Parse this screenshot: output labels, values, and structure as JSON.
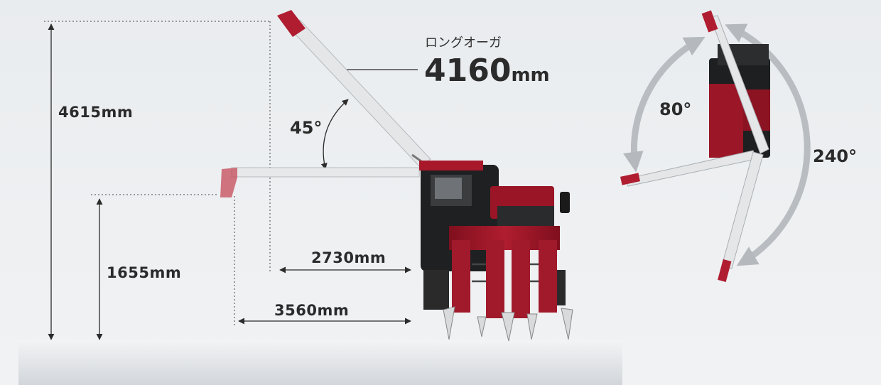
{
  "callout": {
    "title": "ロングオーガ",
    "value": "4160",
    "unit": "mm"
  },
  "dimensions": {
    "total_height": "4615mm",
    "side_height": "1655mm",
    "reach_45": "2730mm",
    "reach_side": "3560mm"
  },
  "angles": {
    "raise": "45°",
    "swing_left": "80°",
    "swing_right": "240°"
  },
  "colors": {
    "machine_red": "#a8182a",
    "auger_white": "#e4e6e8",
    "arrow_gray": "#b9bdc1",
    "text": "#2b2b2b"
  }
}
